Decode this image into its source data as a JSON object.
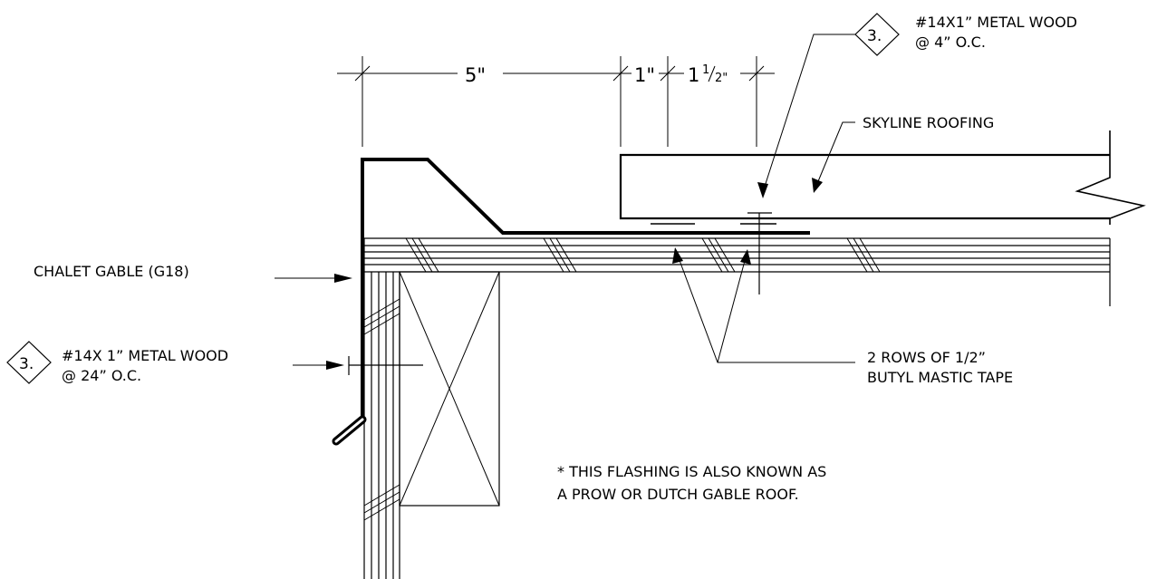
{
  "dimensions": {
    "d1": "5\"",
    "d2": "1\"",
    "d3_whole": "1",
    "d3_num": "1",
    "d3_den": "2\""
  },
  "callouts": {
    "screw_top": {
      "tag": "3.",
      "line1": "#14X1” METAL WOOD",
      "line2": "@ 4” O.C."
    },
    "screw_side": {
      "tag": "3.",
      "line1": "#14X 1” METAL WOOD",
      "line2": "@ 24” O.C."
    },
    "roofing": "SKYLINE ROOFING",
    "gable": "CHALET GABLE (G18)",
    "tape": {
      "line1": "2 ROWS OF 1/2”",
      "line2": "BUTYL MASTIC TAPE"
    }
  },
  "note": {
    "line1": "* THIS FLASHING IS ALSO KNOWN AS",
    "line2": "A PROW OR DUTCH GABLE ROOF."
  }
}
